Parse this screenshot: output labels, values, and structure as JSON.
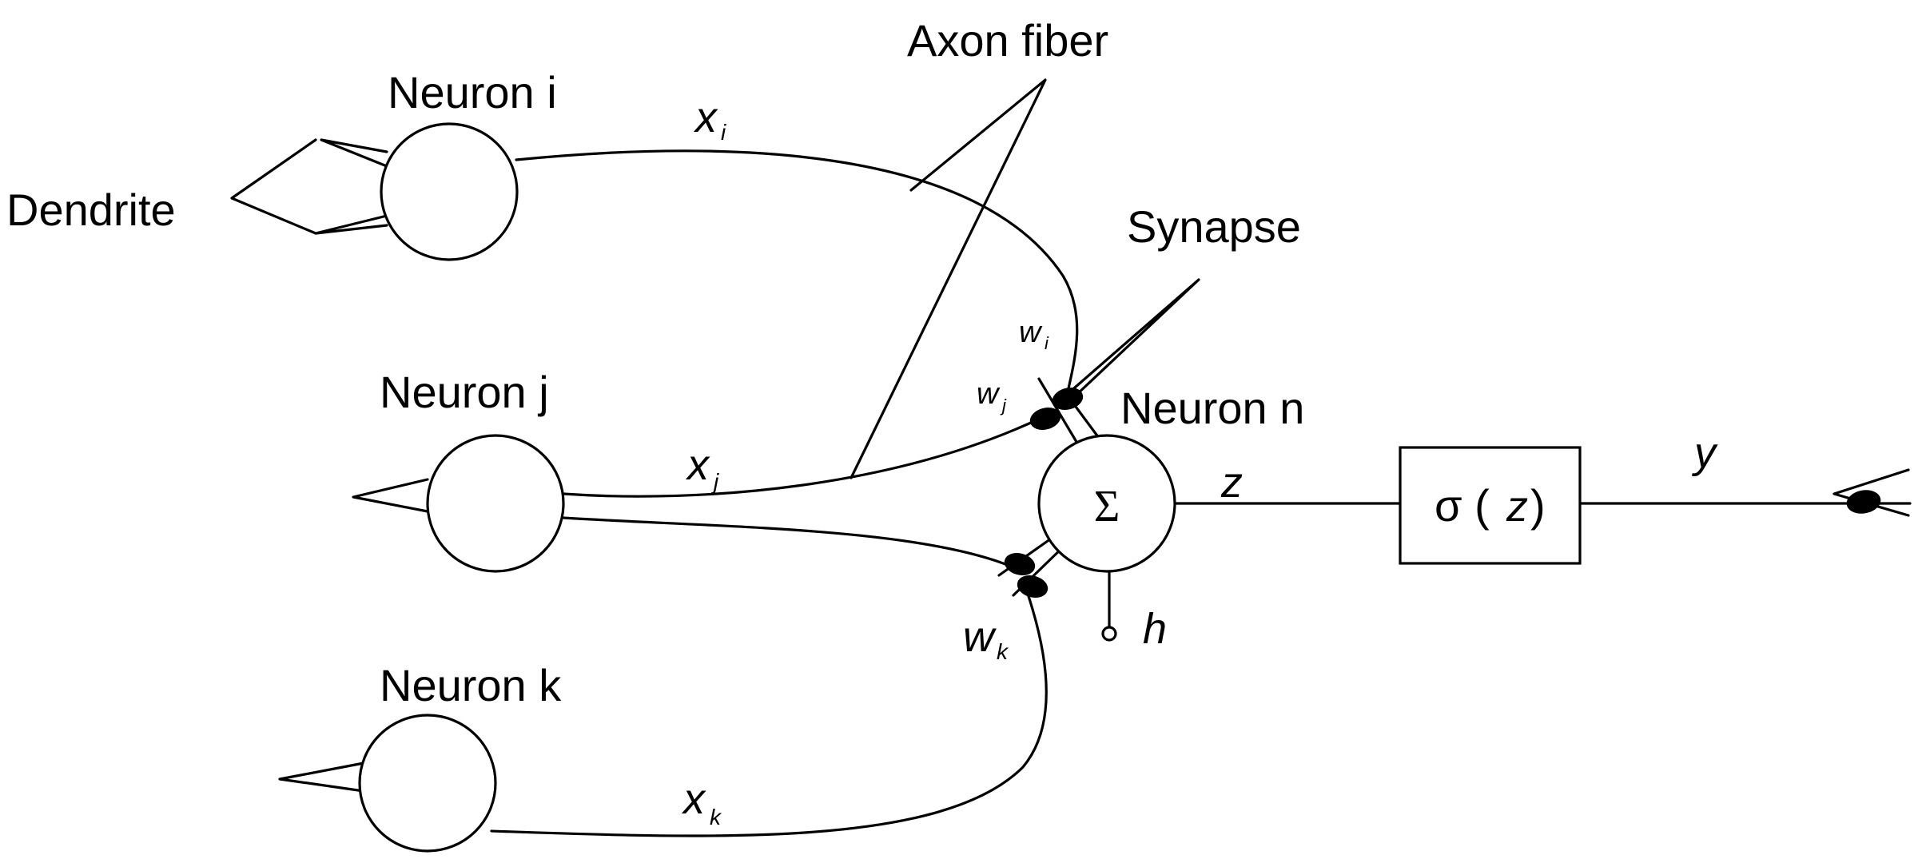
{
  "labels": {
    "dendrite": "Dendrite",
    "axon_fiber": "Axon fiber",
    "synapse": "Synapse",
    "neuron_i": "Neuron i",
    "neuron_j": "Neuron j",
    "neuron_k": "Neuron k",
    "neuron_n": "Neuron n"
  },
  "variables": {
    "x": "x",
    "w": "w",
    "sub_i": "i",
    "sub_j": "j",
    "sub_k": "k",
    "z": "z",
    "y": "y",
    "h": "h"
  },
  "symbols": {
    "sum": "Σ",
    "activation": "σ (",
    "activation_arg": "z",
    "activation_close": ")"
  }
}
